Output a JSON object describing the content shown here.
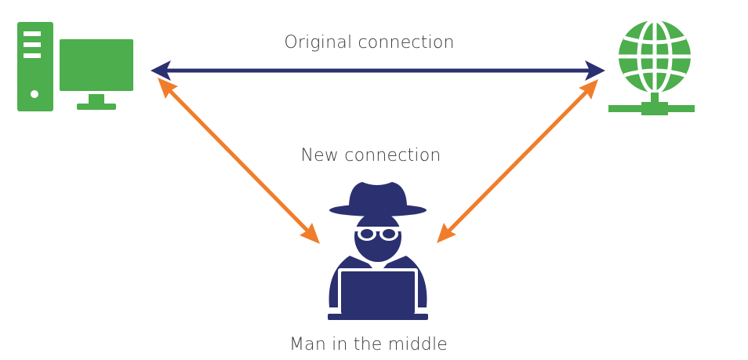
{
  "labels": {
    "original_connection": "Original connection",
    "new_connection": "New connection",
    "man_in_the_middle": "Man in the middle"
  },
  "nodes": {
    "client": {
      "icon": "desktop-computer-icon"
    },
    "server": {
      "icon": "globe-network-icon"
    },
    "attacker": {
      "icon": "hacker-with-laptop-icon"
    }
  },
  "colors": {
    "device_green": "#4cae4c",
    "original_arrow": "#2b3070",
    "new_arrow": "#f07d2b",
    "hacker_navy": "#2b3070",
    "text": "#3a3a3a",
    "background": "#ffffff"
  }
}
